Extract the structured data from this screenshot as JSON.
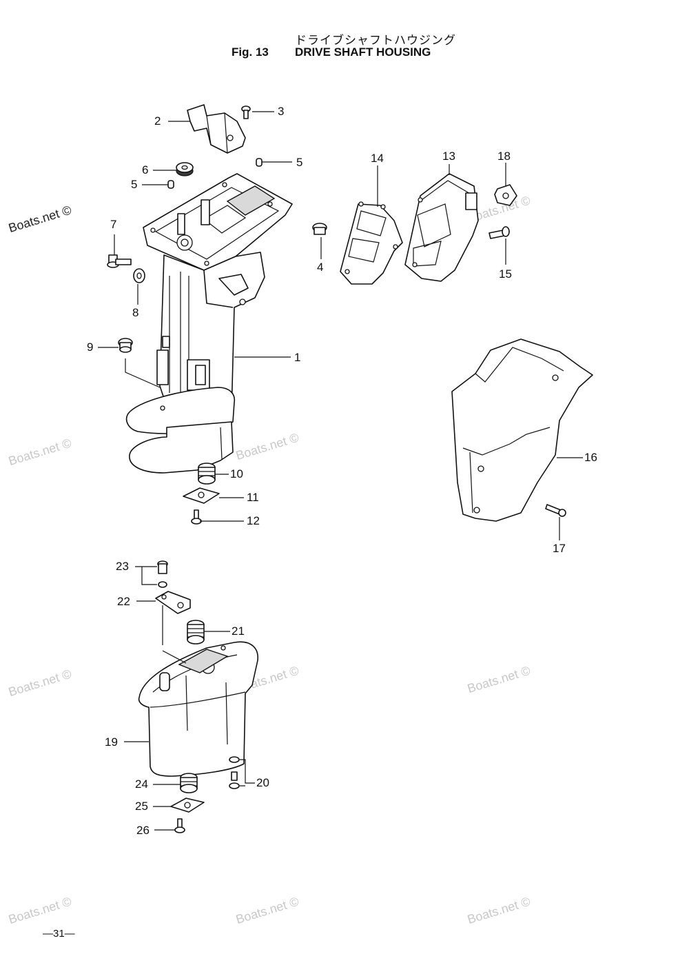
{
  "header": {
    "title_jp": "ドライブシャフトハウジング",
    "fig_label": "Fig. 13",
    "title": "DRIVE SHAFT HOUSING"
  },
  "page_number": "—31—",
  "watermark": "Boats.net ©",
  "callouts": [
    {
      "id": "c2",
      "text": "2"
    },
    {
      "id": "c3",
      "text": "3"
    },
    {
      "id": "c5a",
      "text": "5"
    },
    {
      "id": "c6",
      "text": "6"
    },
    {
      "id": "c5b",
      "text": "5"
    },
    {
      "id": "c7",
      "text": "7"
    },
    {
      "id": "c8",
      "text": "8"
    },
    {
      "id": "c9",
      "text": "9"
    },
    {
      "id": "c1",
      "text": "1"
    },
    {
      "id": "c10",
      "text": "10"
    },
    {
      "id": "c11",
      "text": "11"
    },
    {
      "id": "c12",
      "text": "12"
    },
    {
      "id": "c14",
      "text": "14"
    },
    {
      "id": "c13",
      "text": "13"
    },
    {
      "id": "c18",
      "text": "18"
    },
    {
      "id": "c4",
      "text": "4"
    },
    {
      "id": "c15",
      "text": "15"
    },
    {
      "id": "c16",
      "text": "16"
    },
    {
      "id": "c17",
      "text": "17"
    },
    {
      "id": "c23",
      "text": "23"
    },
    {
      "id": "c22",
      "text": "22"
    },
    {
      "id": "c21",
      "text": "21"
    },
    {
      "id": "c19",
      "text": "19"
    },
    {
      "id": "c20",
      "text": "20"
    },
    {
      "id": "c24",
      "text": "24"
    },
    {
      "id": "c25",
      "text": "25"
    },
    {
      "id": "c26",
      "text": "26"
    }
  ]
}
